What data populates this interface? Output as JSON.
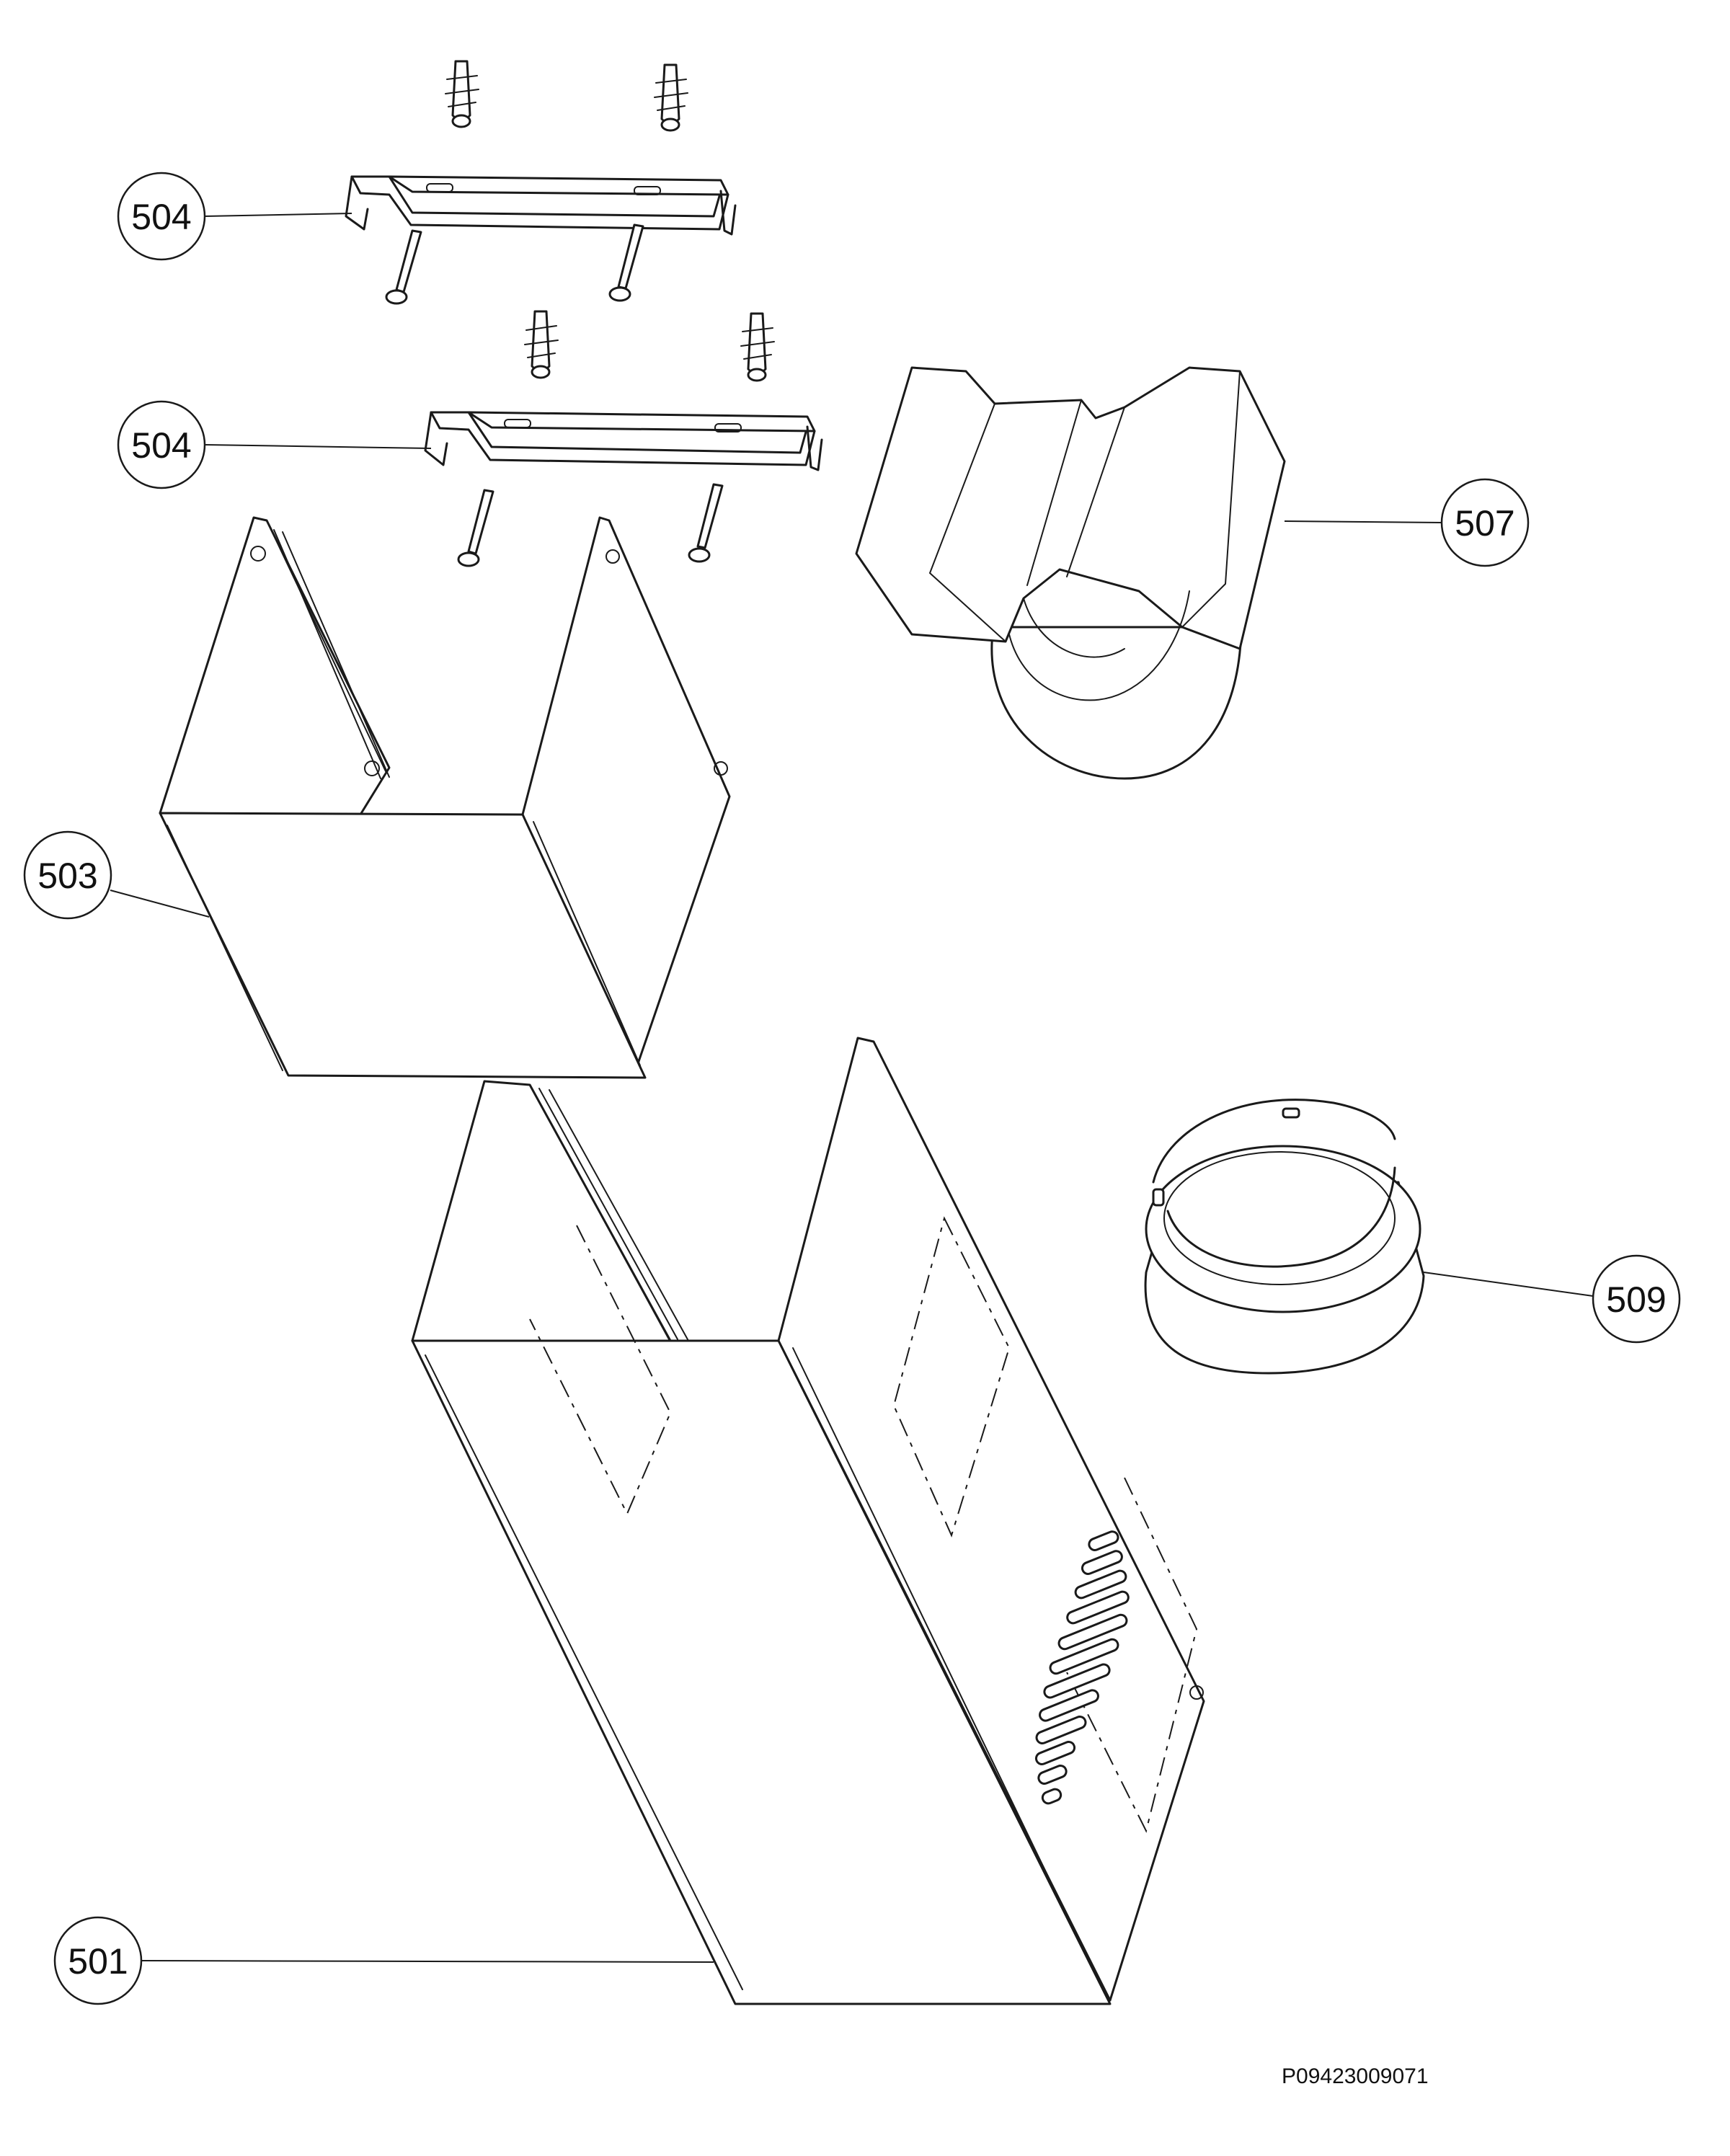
{
  "callouts": {
    "bracket_upper": "504",
    "bracket_lower": "504",
    "upper_chimney": "503",
    "lower_chimney": "501",
    "duct_adapter": "507",
    "collar_ring": "509"
  },
  "drawing_code": "P09423009071"
}
